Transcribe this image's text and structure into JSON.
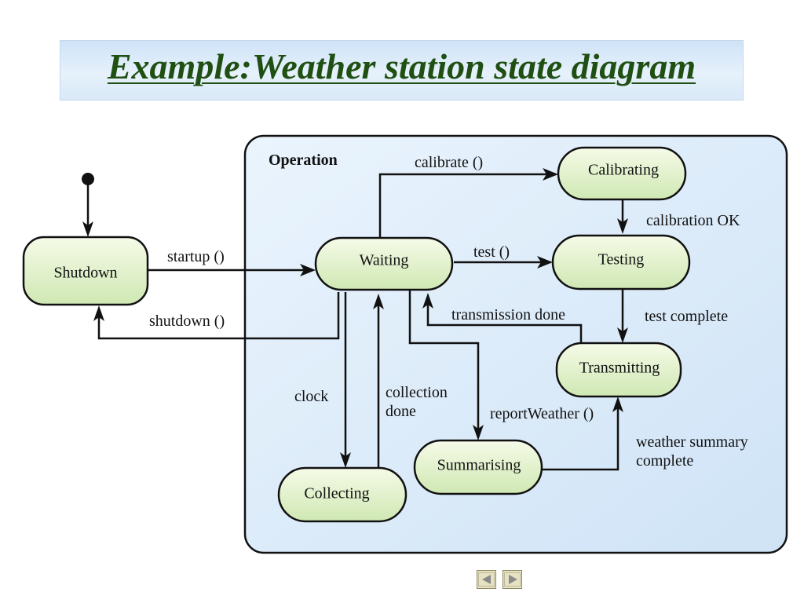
{
  "title": "Example:Weather station state diagram",
  "composite_state": {
    "label": "Operation"
  },
  "states": {
    "shutdown": "Shutdown",
    "waiting": "Waiting",
    "calibrating": "Calibrating",
    "testing": "Testing",
    "transmitting": "Transmitting",
    "summarising": "Summarising",
    "collecting": "Collecting"
  },
  "transitions": {
    "startup": "startup ()",
    "shutdown": "shutdown ()",
    "calibrate": "calibrate ()",
    "calibration_ok": "calibration OK",
    "test": "test ()",
    "test_complete": "test complete",
    "transmission_done": "transmission done",
    "clock": "clock",
    "collection_done_1": "collection",
    "collection_done_2": "done",
    "report_weather": "reportWeather ()",
    "weather_summary_1": "weather summary",
    "weather_summary_2": "complete"
  },
  "nav": {
    "prev_icon": "triangle-left-icon",
    "next_icon": "triangle-right-icon"
  },
  "colors": {
    "title": "#1f4f12",
    "state_fill_top": "#f6fbe8",
    "state_fill_bottom": "#cfe8b3",
    "operation_fill": "#dcecfa",
    "line": "#111111"
  }
}
